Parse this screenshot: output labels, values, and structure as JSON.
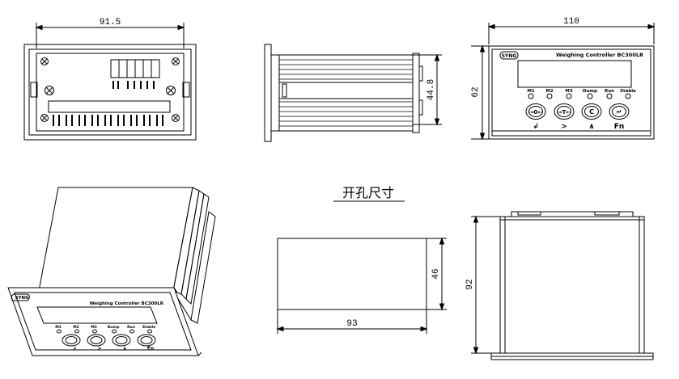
{
  "dimensions": {
    "rear_width": "91.5",
    "side_height": "44.8",
    "front_width": "110",
    "front_height": "62",
    "cutout_height": "46",
    "cutout_width": "93",
    "depth": "92"
  },
  "cutout_title": "开孔尺寸",
  "front_panel": {
    "brand": "SYNG",
    "model": "Weighing Controller BC300LR",
    "indicators": [
      "M1",
      "M2",
      "M3",
      "Dump",
      "Run",
      "Stable"
    ],
    "key_glyphs": [
      "→0←",
      "→T←",
      "C",
      "↵"
    ],
    "key_hints": [
      "↲",
      ">",
      "∧",
      "Fn"
    ]
  },
  "perspective_panel": {
    "brand": "SYNG",
    "model": "Weighing Controller BC300LR"
  }
}
